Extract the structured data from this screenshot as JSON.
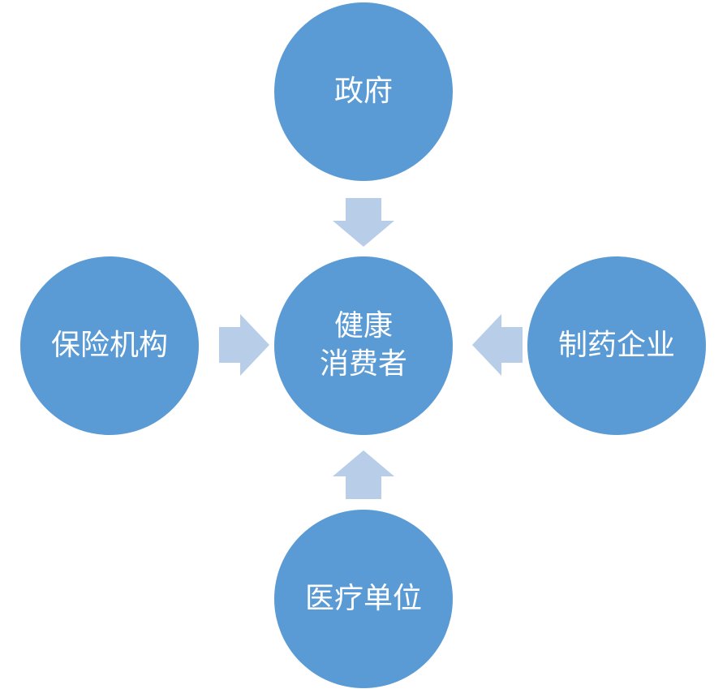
{
  "diagram": {
    "nodes": {
      "top": "政府",
      "center_line1": "健康",
      "center_line2": "消费者",
      "left": "保险机构",
      "right": "制药企业",
      "bottom": "医疗单位"
    },
    "colors": {
      "node_fill": "#5b9bd5",
      "node_text": "#ffffff",
      "arrow_fill": "#b7cde8"
    },
    "arrows": [
      {
        "from": "政府",
        "to": "健康消费者",
        "direction": "down"
      },
      {
        "from": "医疗单位",
        "to": "健康消费者",
        "direction": "up"
      },
      {
        "from": "保险机构",
        "to": "健康消费者",
        "direction": "right"
      },
      {
        "from": "制药企业",
        "to": "健康消费者",
        "direction": "left"
      }
    ]
  }
}
